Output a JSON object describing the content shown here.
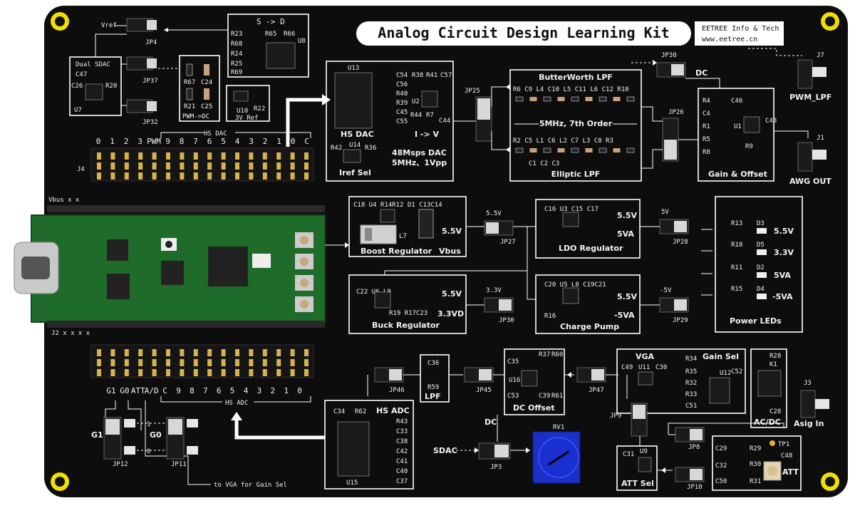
{
  "board": {
    "title": "Analog Circuit Design Learning Kit",
    "brand_line1": "EETREE Info & Tech",
    "brand_line2": "www.eetree.cn"
  },
  "labels": {
    "vref": "Vref",
    "jp4": "JP4",
    "jp37": "JP37",
    "jp32": "JP32",
    "dual_sdac": "Dual SDAC",
    "c47": "C47",
    "c26": "C26",
    "r20": "R20",
    "u7": "U7",
    "s_to_d": "S -> D",
    "r23": "R23",
    "r68": "R68",
    "r24": "R24",
    "r25": "R25",
    "r69": "R69",
    "r65": "R65",
    "r66": "R66",
    "u8": "U8",
    "r67": "R67",
    "c24": "C24",
    "r21": "R21",
    "c25": "C25",
    "pwm_dc": "PWM->DC",
    "u10": "U10",
    "r22": "R22",
    "ref3v": "3V Ref",
    "hs_dac_hdr": "HS DAC",
    "j4": "J4",
    "hs_dac": "HS DAC",
    "u13": "U13",
    "c54": "C54",
    "c56": "C56",
    "r40": "R40",
    "r39": "R39",
    "c45": "C45",
    "c55": "C55",
    "r38": "R38",
    "r41": "R41",
    "c57": "C57",
    "u2": "U2",
    "r44": "R44",
    "r7": "R7",
    "c44": "C44",
    "i_to_v": "I -> V",
    "r42": "R42",
    "u14": "U14",
    "r36": "R36",
    "iref_sel": "Iref Sel",
    "dac_spec1": "48Msps DAC",
    "dac_spec2": "5MHz、1Vpp",
    "jp25": "JP25",
    "butterworth": "ButterWorth LPF",
    "order": "5MHz, 7th Order",
    "elliptic": "Elliptic LPF",
    "jp26": "JP26",
    "jp38": "JP38",
    "dc": "DC",
    "gain_offset": "Gain & Offset",
    "pwm_lpf": "PWM_LPF",
    "j7": "J7",
    "j1": "J1",
    "awg_out": "AWG OUT",
    "vbus_x": "Vbus  x   x",
    "j2": "J2  x   x   x   x",
    "boost": "Boost Regulator",
    "vbus": "Vbus",
    "v55": "5.5V",
    "l7": "L7",
    "jp27": "JP27",
    "ldo": "LDO Regulator",
    "v5va": "5VA",
    "v5v": "5V",
    "jp28": "JP28",
    "buck": "Buck Regulator",
    "v33vd": "3.3VD",
    "v33v": "3.3V",
    "jp30": "JP30",
    "charge_pump": "Charge Pump",
    "neg5va": "-5VA",
    "neg5v": "-5V",
    "jp29": "JP29",
    "power_leds": "Power LEDs",
    "led_55": "5.5V",
    "led_33": "3.3V",
    "led_5va": "5VA",
    "led_neg5va": "-5VA",
    "r13": "R13",
    "d3": "D3",
    "r18": "R18",
    "d5": "D5",
    "r11": "R11",
    "d2": "D2",
    "r15": "R15",
    "d4": "D4",
    "hs_adc_hdr": "HS ADC",
    "g1": "G1",
    "g0": "G0",
    "att": "ATT",
    "ad": "A/D",
    "c": "C",
    "jp12": "JP12",
    "jp11": "JP11",
    "one": "1",
    "zero": "0",
    "to_vga": "to VGA for Gain Sel",
    "jp46": "JP46",
    "lpf": "LPF",
    "c36": "C36",
    "r59": "R59",
    "jp45": "JP45",
    "dc_offset": "DC Offset",
    "c35": "C35",
    "r37": "R37",
    "r60": "R60",
    "u16": "U16",
    "c53": "C53",
    "c39": "C39",
    "r61": "R61",
    "jp47": "JP47",
    "vga": "VGA",
    "gain_sel": "Gain Sel",
    "c49": "C49",
    "u11": "U11",
    "c30": "C30",
    "r34": "R34",
    "r35": "R35",
    "r32": "R32",
    "r33": "R33",
    "c51": "C51",
    "u12": "U12",
    "c52": "C52",
    "r28": "R28",
    "k1": "K1",
    "c28": "C28",
    "acdc": "AC/DC",
    "j3": "J3",
    "asig_in": "Asig In",
    "hs_adc": "HS ADC",
    "c34": "C34",
    "r62": "R62",
    "r43": "R43",
    "c33": "C33",
    "c38": "C38",
    "c42": "C42",
    "c41": "C41",
    "c40": "C40",
    "c37": "C37",
    "u15": "U15",
    "dc2": "DC",
    "sdac": "SDAC",
    "jp3": "JP3",
    "rv1": "RV1",
    "jp9": "JP9",
    "jp8": "JP8",
    "jp10": "JP10",
    "c31": "C31",
    "u9": "U9",
    "att_sel": "ATT Sel",
    "tp1": "TP1",
    "c29": "C29",
    "r29": "R29",
    "c48": "C48",
    "c32": "C32",
    "r30": "R30",
    "c50": "C50",
    "r31": "R31",
    "att2": "ATT",
    "bw_parts1": "R6 C9  L4 C10 L5 C11 L6 C12 R10",
    "el_parts1": "R2 C5  L1  C6  L2  C7  L3  C8  R3",
    "el_parts2": "C1         C2         C3",
    "go_r4": "R4",
    "go_c46": "C46",
    "go_c4": "C4",
    "go_r1": "R1",
    "go_r5": "R5",
    "go_r8": "R8",
    "go_u1": "U1",
    "go_c43": "C43",
    "go_r9": "R9",
    "bst_parts": "C18   U4  R14R12   D1   C13C14",
    "ldo_parts": "C16    U3    C15 C17",
    "buck_parts": "C22   U6       L9",
    "buck_parts2": "R19 R17C23",
    "cp_parts": "C20    U5    L8 C19C21",
    "r16": "R16"
  },
  "dac_pins": [
    "0",
    "1",
    "2",
    "3",
    "PWM",
    "9",
    "8",
    "7",
    "6",
    "5",
    "4",
    "3",
    "2",
    "1",
    "0",
    "C"
  ],
  "adc_pins": [
    "G1",
    "G0",
    "ATT",
    "A/D",
    "C",
    "9",
    "8",
    "7",
    "6",
    "5",
    "4",
    "3",
    "2",
    "1",
    "0"
  ]
}
